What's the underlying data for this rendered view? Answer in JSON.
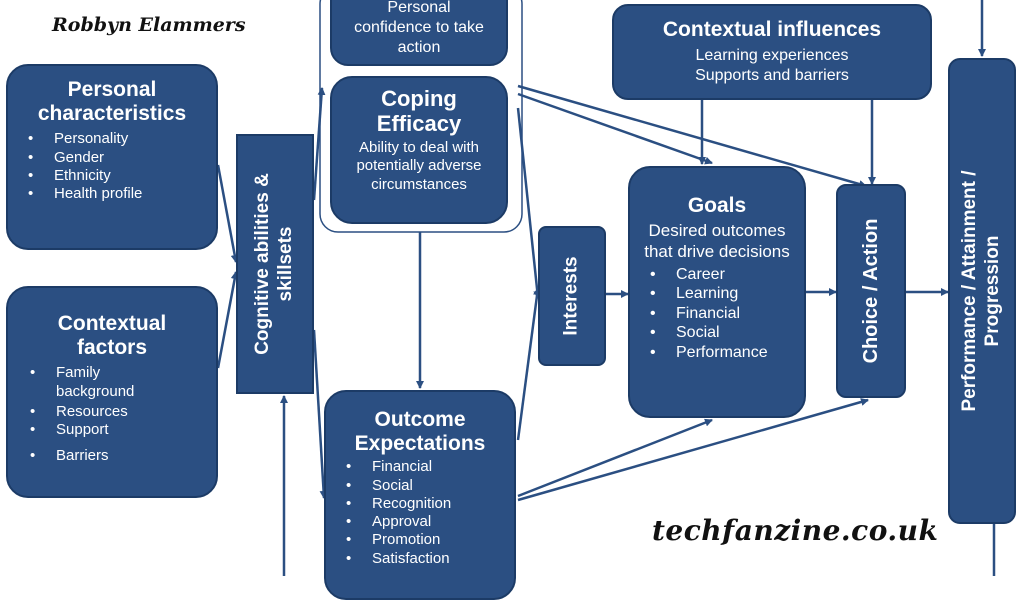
{
  "author": "Robbyn Elammers",
  "watermark": "techfanzine.co.uk",
  "colors": {
    "box_fill": "#2b4f82",
    "box_border": "#1c3b66",
    "arrow": "#2b4f82"
  },
  "self_efficacy_fragment": {
    "lines": [
      "Personal",
      "confidence to take",
      "action"
    ]
  },
  "personal_characteristics": {
    "title": "Personal characteristics",
    "items": [
      "Personality",
      "Gender",
      "Ethnicity",
      "Health profile"
    ]
  },
  "contextual_factors": {
    "title": "Contextual factors",
    "items": [
      "Family background",
      "Resources",
      "Support",
      "Barriers"
    ]
  },
  "cognitive": {
    "title_line1": "Cognitive abilities &",
    "title_line2": "skillsets"
  },
  "coping_efficacy": {
    "title": "Coping Efficacy",
    "description": "Ability to deal with potentially adverse circumstances"
  },
  "outcome_expectations": {
    "title": "Outcome Expectations",
    "items": [
      "Financial",
      "Social",
      "Recognition",
      "Approval",
      "Promotion",
      "Satisfaction"
    ]
  },
  "contextual_influences": {
    "title": "Contextual influences",
    "line1": "Learning experiences",
    "line2": "Supports and barriers"
  },
  "interests": {
    "title": "Interests"
  },
  "goals": {
    "title": "Goals",
    "description": "Desired outcomes that drive decisions",
    "items": [
      "Career",
      "Learning",
      "Financial",
      "Social",
      "Performance"
    ]
  },
  "choice_action": {
    "title": "Choice / Action"
  },
  "performance": {
    "title_line1": "Performance / Attainment /",
    "title_line2": "Progression"
  }
}
